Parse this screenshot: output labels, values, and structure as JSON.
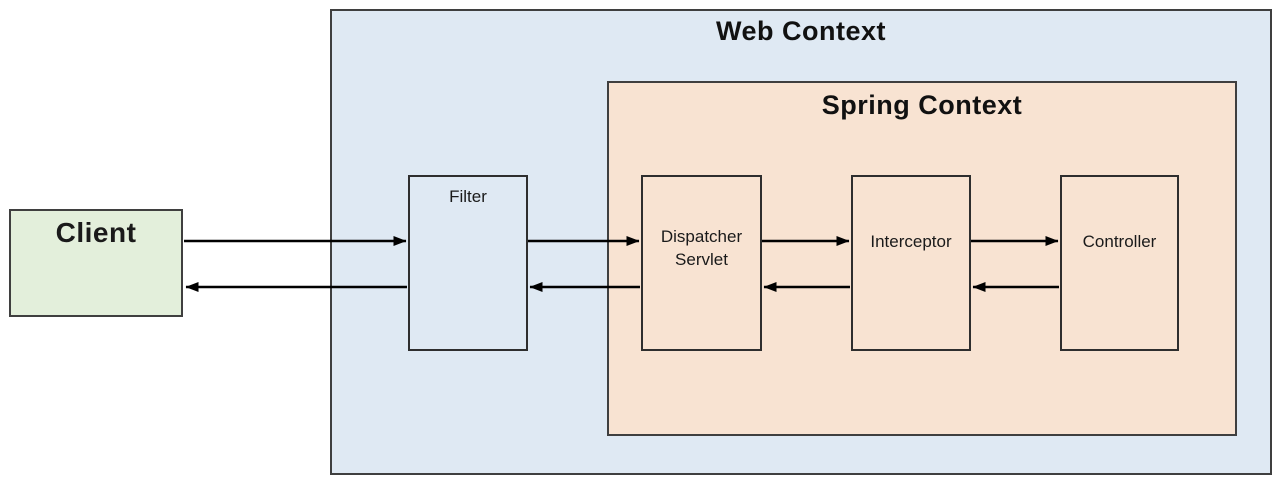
{
  "containers": {
    "web_context": {
      "label": "Web Context",
      "fill": "#dfe9f3",
      "border": "#3f3f3f"
    },
    "spring_context": {
      "label": "Spring Context",
      "fill": "#f8e3d2",
      "border": "#3f3f3f"
    }
  },
  "nodes": {
    "client": {
      "label": "Client",
      "fill": "#e3efdb"
    },
    "filter": {
      "label": "Filter",
      "fill": "#dfe9f3"
    },
    "dispatcher_servlet": {
      "label": "Dispatcher Servlet",
      "fill": "#f8e3d2"
    },
    "interceptor": {
      "label": "Interceptor",
      "fill": "#f8e3d2"
    },
    "controller": {
      "label": "Controller",
      "fill": "#f8e3d2"
    }
  },
  "arrows": [
    {
      "id": "client-to-filter",
      "from": "Client",
      "to": "Filter",
      "direction": "request"
    },
    {
      "id": "filter-to-client",
      "from": "Filter",
      "to": "Client",
      "direction": "response"
    },
    {
      "id": "filter-to-dispatcher-servlet",
      "from": "Filter",
      "to": "Dispatcher Servlet",
      "direction": "request"
    },
    {
      "id": "dispatcher-servlet-to-filter",
      "from": "Dispatcher Servlet",
      "to": "Filter",
      "direction": "response"
    },
    {
      "id": "dispatcher-servlet-to-interceptor",
      "from": "Dispatcher Servlet",
      "to": "Interceptor",
      "direction": "request"
    },
    {
      "id": "interceptor-to-dispatcher-servlet",
      "from": "Interceptor",
      "to": "Dispatcher Servlet",
      "direction": "response"
    },
    {
      "id": "interceptor-to-controller",
      "from": "Interceptor",
      "to": "Controller",
      "direction": "request"
    },
    {
      "id": "controller-to-interceptor",
      "from": "Controller",
      "to": "Interceptor",
      "direction": "response"
    }
  ],
  "arrow_color": "#000000"
}
